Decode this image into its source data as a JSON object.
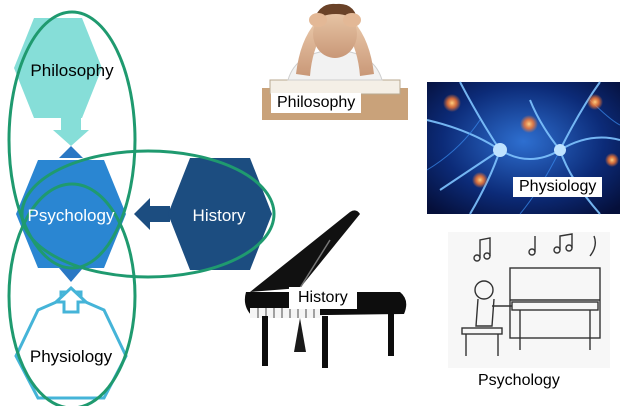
{
  "diagram": {
    "nodes": {
      "philosophy": "Philosophy",
      "psychology": "Psychology",
      "history": "History",
      "physiology": "Physiology"
    }
  },
  "photos": {
    "philosophy_caption": "Philosophy",
    "physiology_caption": "Physiology",
    "history_caption": "History",
    "psychology_caption": "Psychology"
  },
  "colors": {
    "philosophy_fill": "#86ded8",
    "psychology_fill": "#2a86d2",
    "history_fill": "#1c4d80",
    "physiology_outline": "#45b4d8",
    "ellipse_stroke": "#1f9a6f",
    "arrow_blue": "#2a78c4"
  },
  "icons": [
    "stressed-student-photo",
    "neuron-network-photo",
    "grand-piano-photo",
    "piano-sketch-photo"
  ]
}
